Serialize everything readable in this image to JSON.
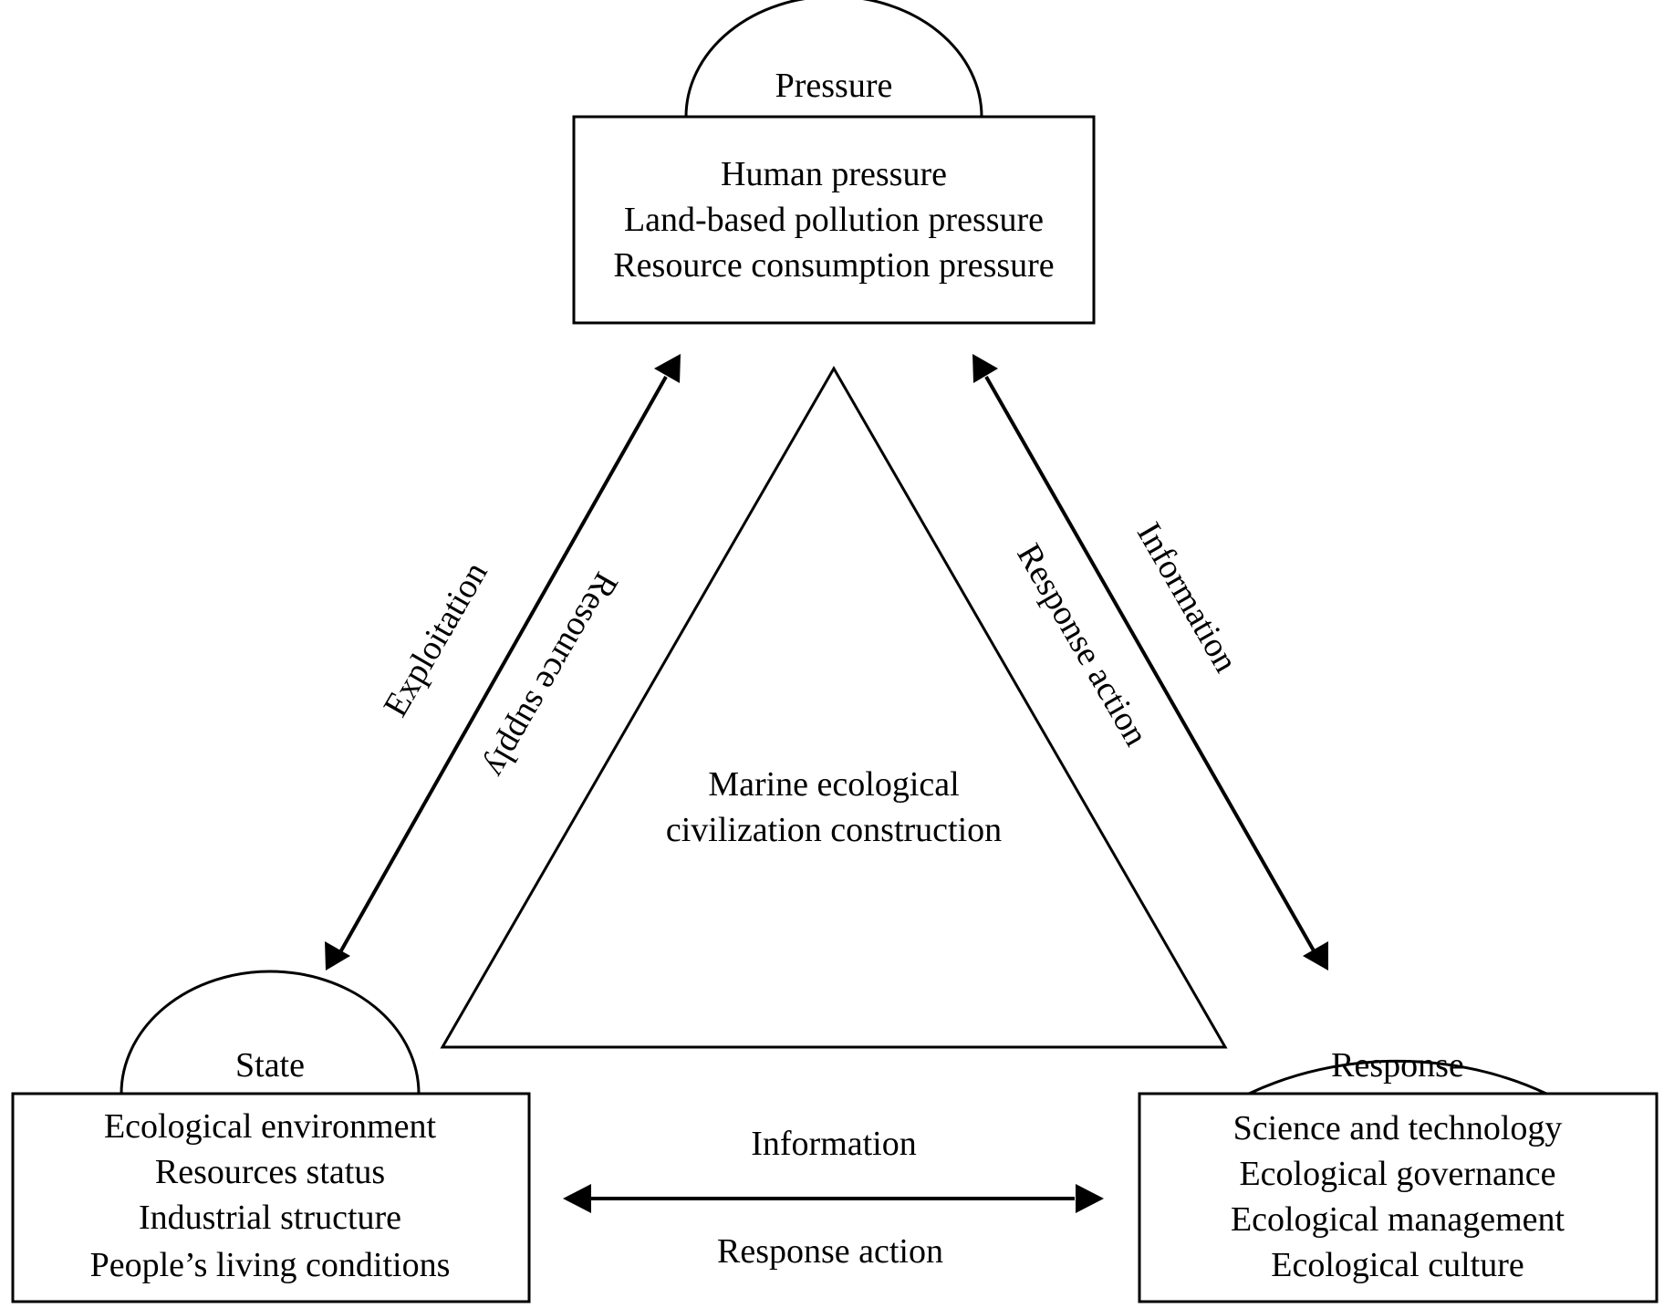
{
  "nodes": {
    "pressure": {
      "title": "Pressure",
      "items": [
        "Human pressure",
        "Land-based pollution pressure",
        "Resource consumption pressure"
      ]
    },
    "state": {
      "title": "State",
      "items": [
        "Ecological environment",
        "Resources status",
        "Industrial structure",
        "People’s living conditions"
      ]
    },
    "response": {
      "title": "Response",
      "items": [
        "Science and technology",
        "Ecological governance",
        "Ecological management",
        "Ecological culture"
      ]
    }
  },
  "center": {
    "lines": [
      "Marine ecological",
      "civilization construction"
    ]
  },
  "edges": {
    "left_outer": "Exploitation",
    "left_inner": "Resource supply",
    "right_outer": "Information",
    "right_inner": "Response action",
    "bottom_top": "Information",
    "bottom_bottom": "Response action"
  }
}
